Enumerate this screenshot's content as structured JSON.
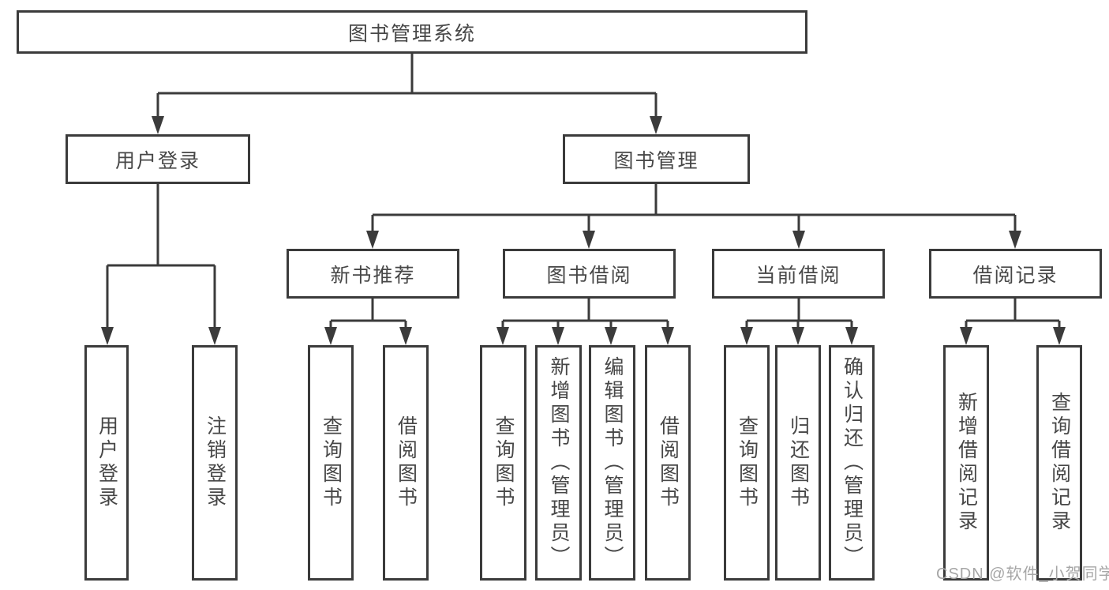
{
  "colors": {
    "line": "#3b3b3b",
    "node_border": "#3b3b3b",
    "text": "#474747",
    "background": "#ffffff",
    "watermark": "#a6a6a6"
  },
  "watermark": {
    "text": "CSDN @软件_小贺同学"
  },
  "tree": {
    "root": {
      "label": "图书管理系统",
      "children": [
        {
          "label": "用户登录",
          "children": [
            {
              "label": "用户登录"
            },
            {
              "label": "注销登录"
            }
          ]
        },
        {
          "label": "图书管理",
          "children": [
            {
              "label": "新书推荐",
              "children": [
                {
                  "label": "查询图书"
                },
                {
                  "label": "借阅图书"
                }
              ]
            },
            {
              "label": "图书借阅",
              "children": [
                {
                  "label": "查询图书"
                },
                {
                  "label": "新增图书（管理员）"
                },
                {
                  "label": "编辑图书（管理员）"
                },
                {
                  "label": "借阅图书"
                }
              ]
            },
            {
              "label": "当前借阅",
              "children": [
                {
                  "label": "查询图书"
                },
                {
                  "label": "归还图书"
                },
                {
                  "label": "确认归还（管理员）"
                }
              ]
            },
            {
              "label": "借阅记录",
              "children": [
                {
                  "label": "新增借阅记录"
                },
                {
                  "label": "查询借阅记录"
                }
              ]
            }
          ]
        }
      ]
    }
  }
}
